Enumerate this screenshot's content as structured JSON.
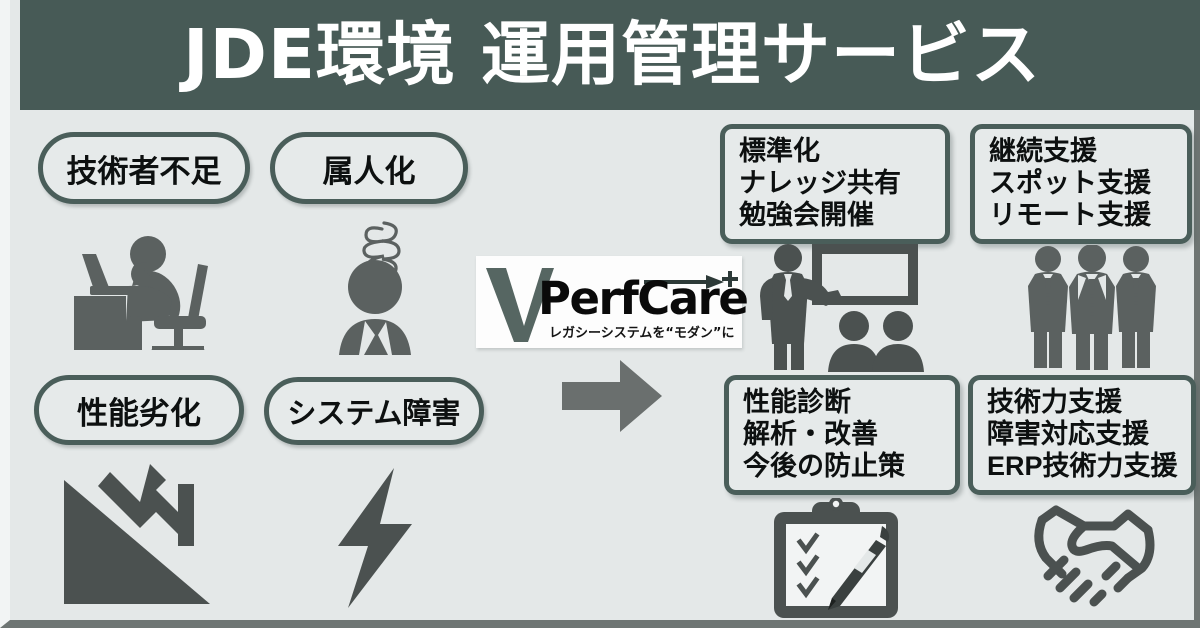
{
  "header": {
    "title": "JDE環境 運用管理サービス"
  },
  "colors": {
    "header_bg": "#475a56",
    "page_bg": "#e4e8e8",
    "border": "#4a5e5a",
    "icon": "#5b6160",
    "text": "#0d1010",
    "frame": "#6e7573"
  },
  "problems": {
    "pills": [
      {
        "label": "技術者不足",
        "icon": "tired-worker-at-desk-icon"
      },
      {
        "label": "属人化",
        "icon": "stressed-person-icon"
      },
      {
        "label": "性能劣化",
        "icon": "declining-chart-icon"
      },
      {
        "label": "システム障害",
        "icon": "lightning-bolt-icon"
      }
    ]
  },
  "logo": {
    "name": "PerfCare",
    "tagline": "レガシーシステムを“モダン”に",
    "mark": "v-arrow-plus-logo-mark"
  },
  "arrow": {
    "name": "right-arrow-icon"
  },
  "solutions": {
    "boxes": [
      {
        "lines": [
          "標準化",
          "ナレッジ共有",
          "勉強会開催"
        ],
        "icon": "presenter-whiteboard-audience-icon"
      },
      {
        "lines": [
          "継続支援",
          "スポット支援",
          "リモート支援"
        ],
        "icon": "three-businessmen-icon"
      },
      {
        "lines": [
          "性能診断",
          "解析・改善",
          "今後の防止策"
        ],
        "icon": "clipboard-checklist-pen-icon"
      },
      {
        "lines": [
          "技術力支援",
          "障害対応支援",
          "ERP技術力支援"
        ],
        "icon": "handshake-icon"
      }
    ]
  }
}
